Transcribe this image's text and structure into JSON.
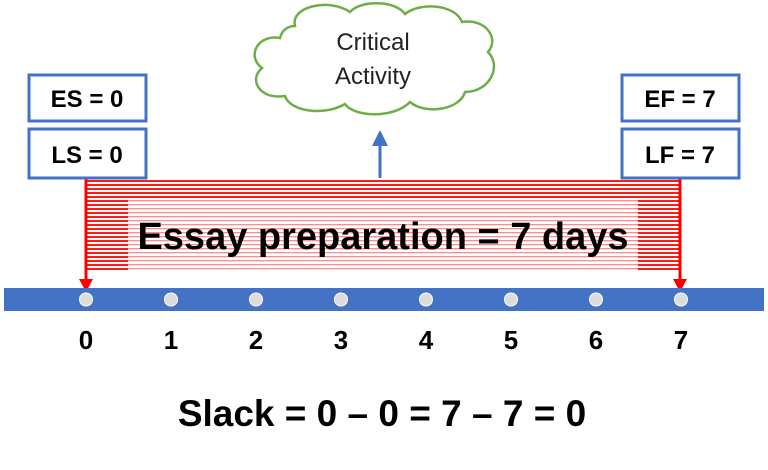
{
  "cloud": {
    "line1": "Critical",
    "line2": "Activity"
  },
  "left_boxes": {
    "es": "ES = 0",
    "ls": "LS = 0"
  },
  "right_boxes": {
    "ef": "EF = 7",
    "lf": "LF = 7"
  },
  "activity": {
    "label": "Essay preparation = 7 days",
    "start": 0,
    "end": 7
  },
  "timeline": {
    "ticks": [
      "0",
      "1",
      "2",
      "3",
      "4",
      "5",
      "6",
      "7"
    ]
  },
  "slack": "Slack = 0 – 0 = 7 – 7 = 0",
  "colors": {
    "box_border": "#4472c4",
    "timeline": "#4472c4",
    "arrow": "#4472c4",
    "bar_red": "#ff0000",
    "cloud_stroke": "#70ad47"
  }
}
